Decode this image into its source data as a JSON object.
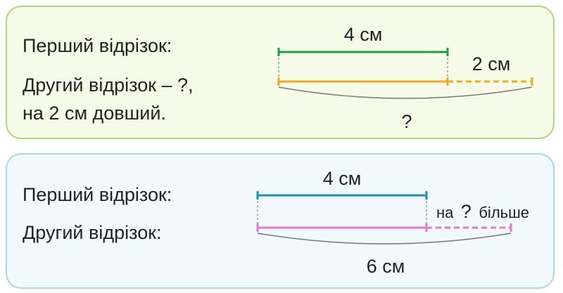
{
  "problem1": {
    "first_segment_label": "Перший відрізок:",
    "second_segment_line1": "Другий відрізок – ?,",
    "second_segment_line2": "на 2 см довший.",
    "first_length": "4 см",
    "difference": "2 см",
    "total": "?",
    "colors": {
      "border": "#b5d47a",
      "background": "#f6fbe8",
      "first": "#1f9e4a",
      "second": "#f0a81e"
    }
  },
  "problem2": {
    "first_segment_label": "Перший відрізок:",
    "second_segment_label": "Другий відрізок:",
    "first_length": "4 см",
    "difference_prefix": "на",
    "difference_unknown": "?",
    "difference_suffix": "більше",
    "total": "6 см",
    "colors": {
      "border": "#a9d6ea",
      "background": "#f1f9fd",
      "first": "#1c8fc0",
      "second": "#e27ad0"
    }
  },
  "colors": {
    "guide": "#999999",
    "brace": "#777777",
    "text": "#222222"
  }
}
